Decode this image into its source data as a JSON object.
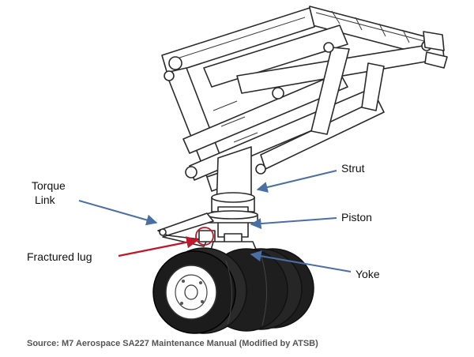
{
  "labels": {
    "strut": "Strut",
    "torque_link_line1": "Torque",
    "torque_link_line2": "Link",
    "piston": "Piston",
    "fractured_lug": "Fractured lug",
    "yoke": "Yoke"
  },
  "caption": "Source: M7 Aerospace SA227 Maintenance Manual (Modified by ATSB)",
  "colors": {
    "leader_arrow": "#4a6fa5",
    "highlight_arrow": "#c0182a",
    "highlight_circle": "#c0182a",
    "caption_text": "#555555"
  }
}
